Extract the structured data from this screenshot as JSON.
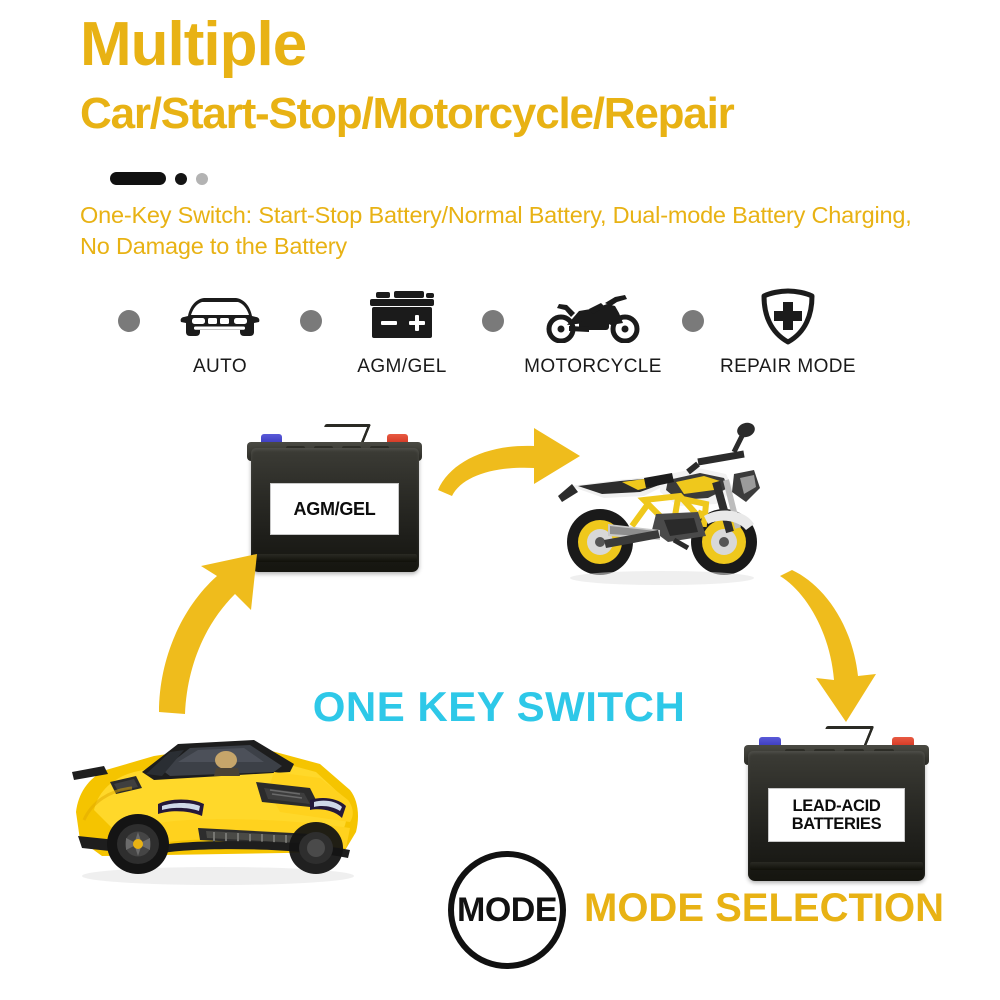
{
  "heading": {
    "line1": "Multiple",
    "line2": "Car/Start-Stop/Motorcycle/Repair"
  },
  "pager": {
    "active_label": "slide-1",
    "dot2_label": "slide-2",
    "dot3_label": "slide-3"
  },
  "subtitle": "One-Key Switch: Start-Stop Battery/Normal Battery, Dual-mode Battery Charging, No Damage to the Battery",
  "modes": [
    {
      "label": "AUTO",
      "icon": "car-front-icon"
    },
    {
      "label": "AGM/GEL",
      "icon": "battery-icon"
    },
    {
      "label": "MOTORCYCLE",
      "icon": "motorcycle-icon"
    },
    {
      "label": "REPAIR MODE",
      "icon": "shield-plus-icon"
    }
  ],
  "diagram": {
    "agm_battery_label": "AGM/GEL",
    "lead_battery_label_line1": "LEAD-ACID",
    "lead_battery_label_line2": "BATTERIES",
    "center_text": "ONE KEY SWITCH",
    "arrows": [
      {
        "name": "arrow-battery-to-motorcycle",
        "direction": "right"
      },
      {
        "name": "arrow-motorcycle-to-lead-battery",
        "direction": "down"
      },
      {
        "name": "arrow-car-to-agm-battery",
        "direction": "up"
      }
    ],
    "vehicles": [
      {
        "name": "sports-car-image",
        "description": "yellow sports car"
      },
      {
        "name": "motorcycle-image",
        "description": "yellow and white sport motorcycle"
      }
    ]
  },
  "mode_badge": {
    "button_text": "MODE",
    "caption": "MODE SELECTION"
  },
  "colors": {
    "brand_yellow": "#E8B214",
    "arrow_yellow": "#EFBC1C",
    "cyan": "#2EC8E8",
    "dot_gray": "#7a7a7a",
    "pager_dark": "#111111",
    "label_dark": "#1a1a1a"
  }
}
